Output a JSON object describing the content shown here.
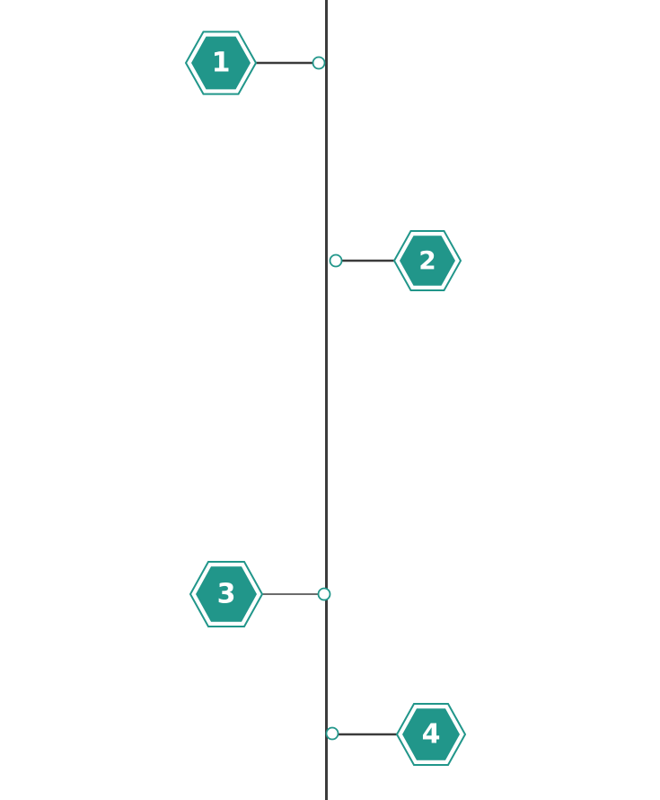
{
  "colors": {
    "accent": "#21968a",
    "line": "#3b3b3b",
    "background": "#ffffff"
  },
  "timeline": {
    "items": [
      {
        "label": "1"
      },
      {
        "label": "2"
      },
      {
        "label": "3"
      },
      {
        "label": "4"
      }
    ]
  }
}
